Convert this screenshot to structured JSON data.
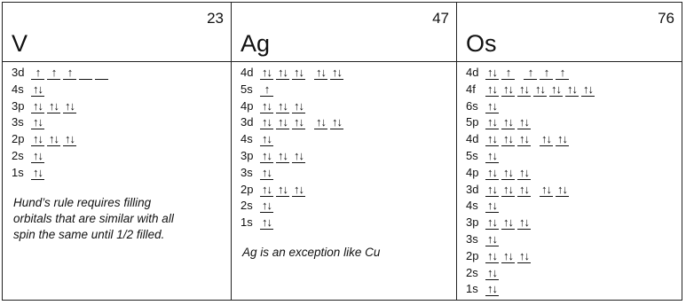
{
  "cards": [
    {
      "number": "23",
      "symbol": "V",
      "rows": [
        {
          "label": "3d",
          "groups": [
            [
              "↑",
              "↑",
              "↑",
              "",
              ""
            ]
          ]
        },
        {
          "label": "4s",
          "groups": [
            [
              "↑↓"
            ]
          ]
        },
        {
          "label": "3p",
          "groups": [
            [
              "↑↓",
              "↑↓",
              "↑↓"
            ]
          ]
        },
        {
          "label": "3s",
          "groups": [
            [
              "↑↓"
            ]
          ]
        },
        {
          "label": "2p",
          "groups": [
            [
              "↑↓",
              "↑↓",
              "↑↓"
            ]
          ]
        },
        {
          "label": "2s",
          "groups": [
            [
              "↑↓"
            ]
          ]
        },
        {
          "label": "1s",
          "groups": [
            [
              "↑↓"
            ]
          ]
        }
      ],
      "note": [
        "Hund’s rule requires filling",
        "orbitals that are similar with all",
        "spin the same until 1/2 filled."
      ]
    },
    {
      "number": "47",
      "symbol": "Ag",
      "rows": [
        {
          "label": "4d",
          "groups": [
            [
              "↑↓",
              "↑↓",
              "↑↓"
            ],
            [
              "↑↓",
              "↑↓"
            ]
          ]
        },
        {
          "label": "5s",
          "groups": [
            [
              "↑"
            ]
          ]
        },
        {
          "label": "4p",
          "groups": [
            [
              "↑↓",
              "↑↓",
              "↑↓"
            ]
          ]
        },
        {
          "label": "3d",
          "groups": [
            [
              "↑↓",
              "↑↓",
              "↑↓"
            ],
            [
              "↑↓",
              "↑↓"
            ]
          ]
        },
        {
          "label": "4s",
          "groups": [
            [
              "↑↓"
            ]
          ]
        },
        {
          "label": "3p",
          "groups": [
            [
              "↑↓",
              "↑↓",
              "↑↓"
            ]
          ]
        },
        {
          "label": "3s",
          "groups": [
            [
              "↑↓"
            ]
          ]
        },
        {
          "label": "2p",
          "groups": [
            [
              "↑↓",
              "↑↓",
              "↑↓"
            ]
          ]
        },
        {
          "label": "2s",
          "groups": [
            [
              "↑↓"
            ]
          ]
        },
        {
          "label": "1s",
          "groups": [
            [
              "↑↓"
            ]
          ]
        }
      ],
      "note": [
        "Ag is an exception like Cu"
      ]
    },
    {
      "number": "76",
      "symbol": "Os",
      "rows": [
        {
          "label": "4d",
          "groups": [
            [
              "↑↓",
              "↑"
            ],
            [
              "↑",
              "↑",
              "↑"
            ]
          ]
        },
        {
          "label": "4f",
          "groups": [
            [
              "↑↓",
              "↑↓",
              "↑↓",
              "↑↓",
              "↑↓",
              "↑↓",
              "↑↓"
            ]
          ]
        },
        {
          "label": "6s",
          "groups": [
            [
              "↑↓"
            ]
          ]
        },
        {
          "label": "5p",
          "groups": [
            [
              "↑↓",
              "↑↓",
              "↑↓"
            ]
          ]
        },
        {
          "label": "4d",
          "groups": [
            [
              "↑↓",
              "↑↓",
              "↑↓"
            ],
            [
              "↑↓",
              "↑↓"
            ]
          ]
        },
        {
          "label": "5s",
          "groups": [
            [
              "↑↓"
            ]
          ]
        },
        {
          "label": "4p",
          "groups": [
            [
              "↑↓",
              "↑↓",
              "↑↓"
            ]
          ]
        },
        {
          "label": "3d",
          "groups": [
            [
              "↑↓",
              "↑↓",
              "↑↓"
            ],
            [
              "↑↓",
              "↑↓"
            ]
          ]
        },
        {
          "label": "4s",
          "groups": [
            [
              "↑↓"
            ]
          ]
        },
        {
          "label": "3p",
          "groups": [
            [
              "↑↓",
              "↑↓",
              "↑↓"
            ]
          ]
        },
        {
          "label": "3s",
          "groups": [
            [
              "↑↓"
            ]
          ]
        },
        {
          "label": "2p",
          "groups": [
            [
              "↑↓",
              "↑↓",
              "↑↓"
            ]
          ]
        },
        {
          "label": "2s",
          "groups": [
            [
              "↑↓"
            ]
          ]
        },
        {
          "label": "1s",
          "groups": [
            [
              "↑↓"
            ]
          ]
        }
      ],
      "note": []
    }
  ]
}
